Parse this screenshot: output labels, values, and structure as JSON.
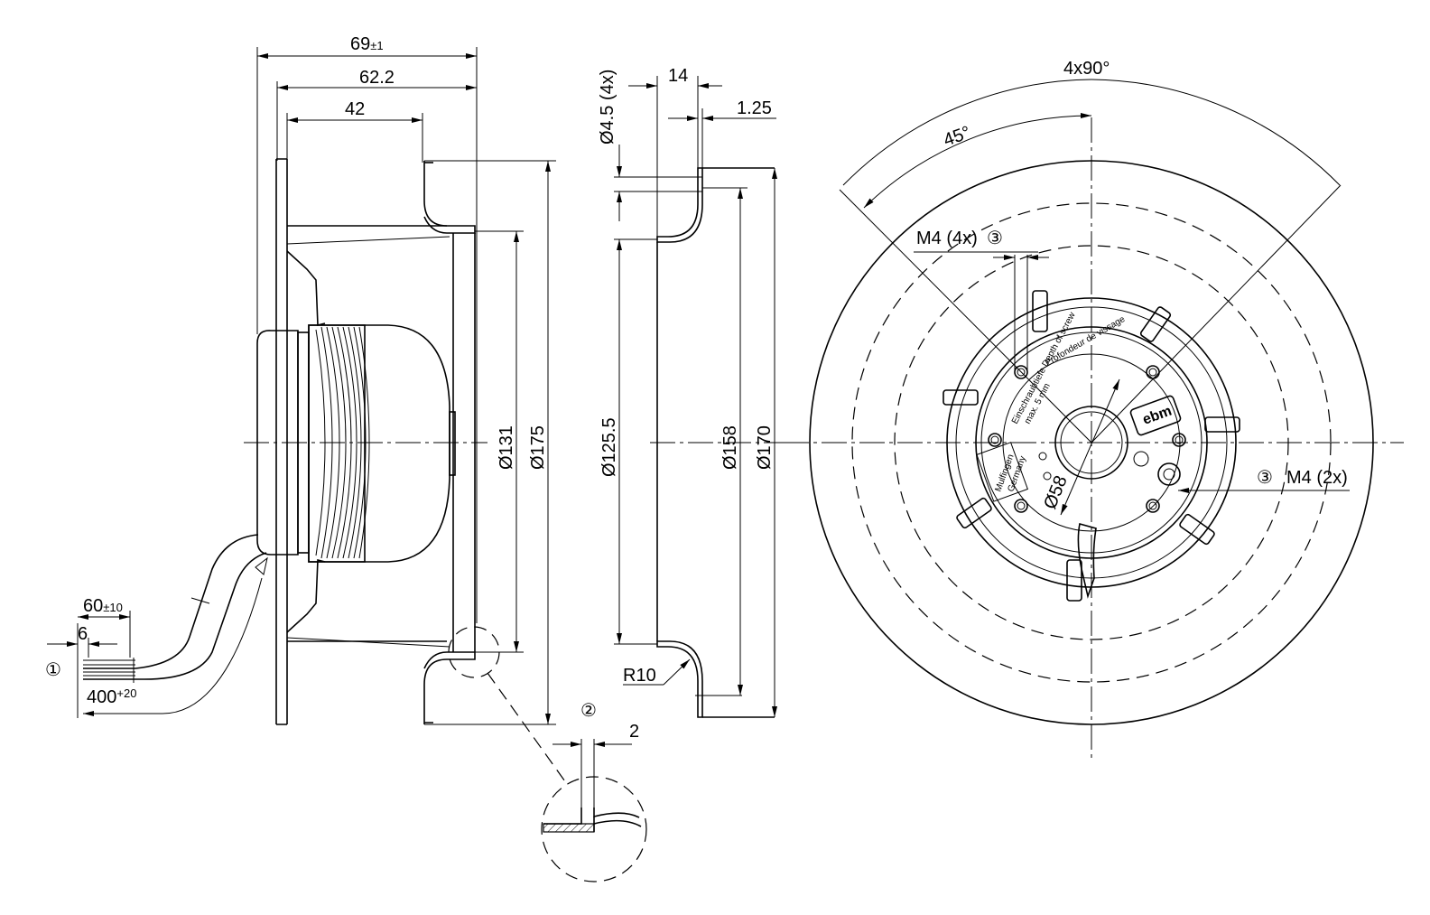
{
  "side_view": {
    "overall_length": "69",
    "overall_length_tol": "±1",
    "length_flange": "62.2",
    "length_hub": "42",
    "dia_inlet": "Ø131",
    "dia_outer": "Ø175",
    "cable_strip": "60",
    "cable_strip_tol": "±10",
    "wire_strip": "6",
    "cable_length": "400",
    "cable_length_tol": "+20",
    "callout_1": "①",
    "callout_2": "②"
  },
  "nozzle_view": {
    "hole_dia": "Ø4.5 (4x)",
    "depth": "14",
    "wall": "1.25",
    "dia_inner": "Ø125.5",
    "dia_mid": "Ø158",
    "dia_outer": "Ø170",
    "radius": "R10"
  },
  "detail": {
    "dim": "2"
  },
  "front_view": {
    "angle_pattern": "4x90°",
    "angle": "45°",
    "thread_4x": "M4 (4x)",
    "thread_2x": "M4 (2x)",
    "callout_3": "③",
    "hub_dia": "Ø58",
    "label_screw": "Einschraubtiefe Depth of screw",
    "label_screw2": "Profondeur de vissage",
    "label_max": "max. 5 mm",
    "label_made": "Mulfingen",
    "label_country": "Germany",
    "brand": "ebm"
  },
  "colors": {
    "line": "#000000",
    "background": "#ffffff"
  }
}
